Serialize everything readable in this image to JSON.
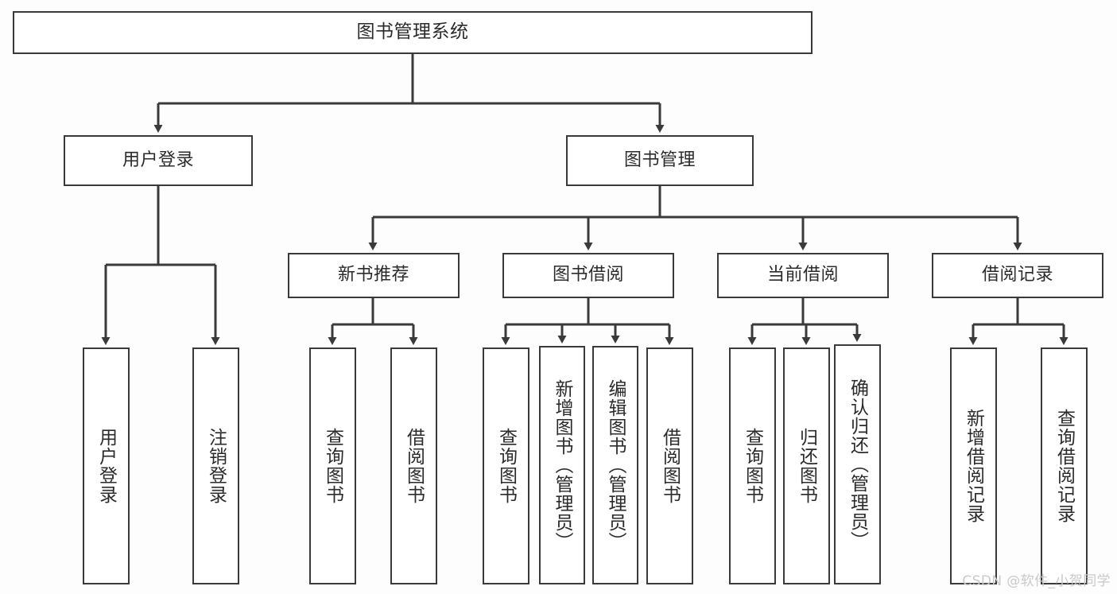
{
  "diagram": {
    "type": "hierarchy-tree",
    "title": "图书管理系统",
    "root": {
      "label": "图书管理系统"
    },
    "level2": [
      {
        "label": "用户登录"
      },
      {
        "label": "图书管理"
      }
    ],
    "level3": [
      {
        "label": "新书推荐"
      },
      {
        "label": "图书借阅"
      },
      {
        "label": "当前借阅"
      },
      {
        "label": "借阅记录"
      }
    ],
    "leaves": {
      "user_login": [
        {
          "label": "用户登录"
        },
        {
          "label": "注销登录"
        }
      ],
      "new_book_recommend": [
        {
          "label": "查询图书"
        },
        {
          "label": "借阅图书"
        }
      ],
      "book_borrow": [
        {
          "label": "查询图书"
        },
        {
          "label": "新增图书（管理员）"
        },
        {
          "label": "编辑图书（管理员）"
        },
        {
          "label": "借阅图书"
        }
      ],
      "current_borrow": [
        {
          "label": "查询图书"
        },
        {
          "label": "归还图书"
        },
        {
          "label": "确认归还（管理员）"
        }
      ],
      "borrow_record": [
        {
          "label": "新增借阅记录"
        },
        {
          "label": "查询借阅记录"
        }
      ]
    },
    "watermark": "CSDN @软件_小贺同学",
    "colors": {
      "background": "#fdfdfd",
      "box_fill": "#ffffff",
      "box_border": "#3a3a3a",
      "connector": "#3a3a3a",
      "text": "#2b2b2b",
      "watermark": "#c9c9c9"
    }
  }
}
